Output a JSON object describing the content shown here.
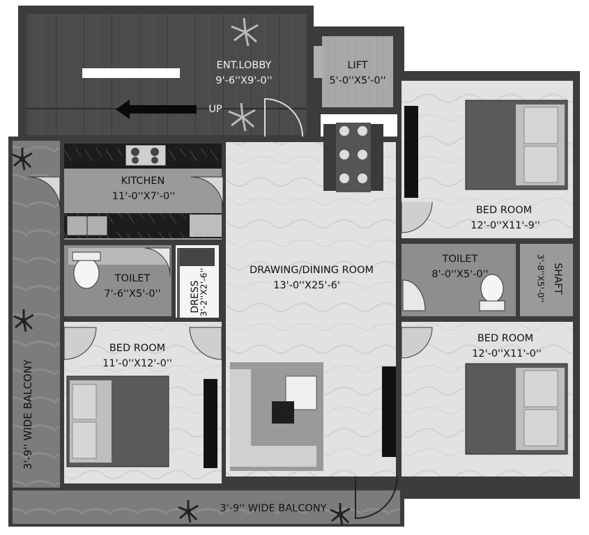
{
  "rooms": {
    "lobby": {
      "name": "ENT.LOBBY",
      "size": "9'-6''X9'-0''",
      "up": "UP"
    },
    "lift": {
      "name": "LIFT",
      "size": "5'-0''X5'-0''"
    },
    "kitchen": {
      "name": "KITCHEN",
      "size": "11'-0''X7'-0''"
    },
    "toilet_left": {
      "name": "TOILET",
      "size": "7'-6''X5'-0''"
    },
    "dress": {
      "name": "DRESS",
      "size": "3'-2''X2'-6''"
    },
    "drawing": {
      "name": "DRAWING/DINING ROOM",
      "size": "13'-0''X25'-6'"
    },
    "bed_left": {
      "name": "BED ROOM",
      "size": "11'-0''X12'-0''"
    },
    "bed_top_right": {
      "name": "BED ROOM",
      "size": "12'-0''X11'-9''"
    },
    "toilet_right": {
      "name": "TOILET",
      "size": "8'-0''X5'-0''"
    },
    "shaft": {
      "name": "SHAFT",
      "size": "3'-8''X5'-0''"
    },
    "bed_bottom_right": {
      "name": "BED ROOM",
      "size": "12'-0''X11'-0''"
    },
    "balcony_left": {
      "name": "3'-9'' WIDE BALCONY"
    },
    "balcony_bottom": {
      "name": "3'-9'' WIDE BALCONY"
    }
  },
  "colors": {
    "wall": "#3c3c3c",
    "floor": "#e4e4e4",
    "balcony": "#777777",
    "lobby": "#4a4a4a",
    "bed": "#5a5a5a",
    "counter": "#1e1e1e"
  }
}
